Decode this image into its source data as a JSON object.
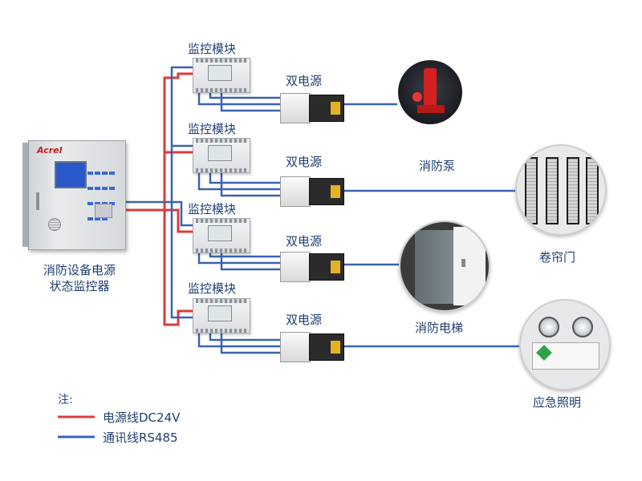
{
  "controller": {
    "brand": "Acrel",
    "label_line1": "消防设备电源",
    "label_line2": "状态监控器"
  },
  "modules": [
    {
      "module_label": "监控模块",
      "switch_label": "双电源"
    },
    {
      "module_label": "监控模块",
      "switch_label": "双电源"
    },
    {
      "module_label": "监控模块",
      "switch_label": "双电源"
    },
    {
      "module_label": "监控模块",
      "switch_label": "双电源"
    }
  ],
  "devices": {
    "pump": "消防泵",
    "door": "卷帘门",
    "elevator": "消防电梯",
    "light": "应急照明"
  },
  "legend": {
    "title": "注:",
    "power": "电源线DC24V",
    "comm": "通讯线RS485"
  },
  "colors": {
    "power": "#e03a3a",
    "comm": "#3a63b0"
  }
}
